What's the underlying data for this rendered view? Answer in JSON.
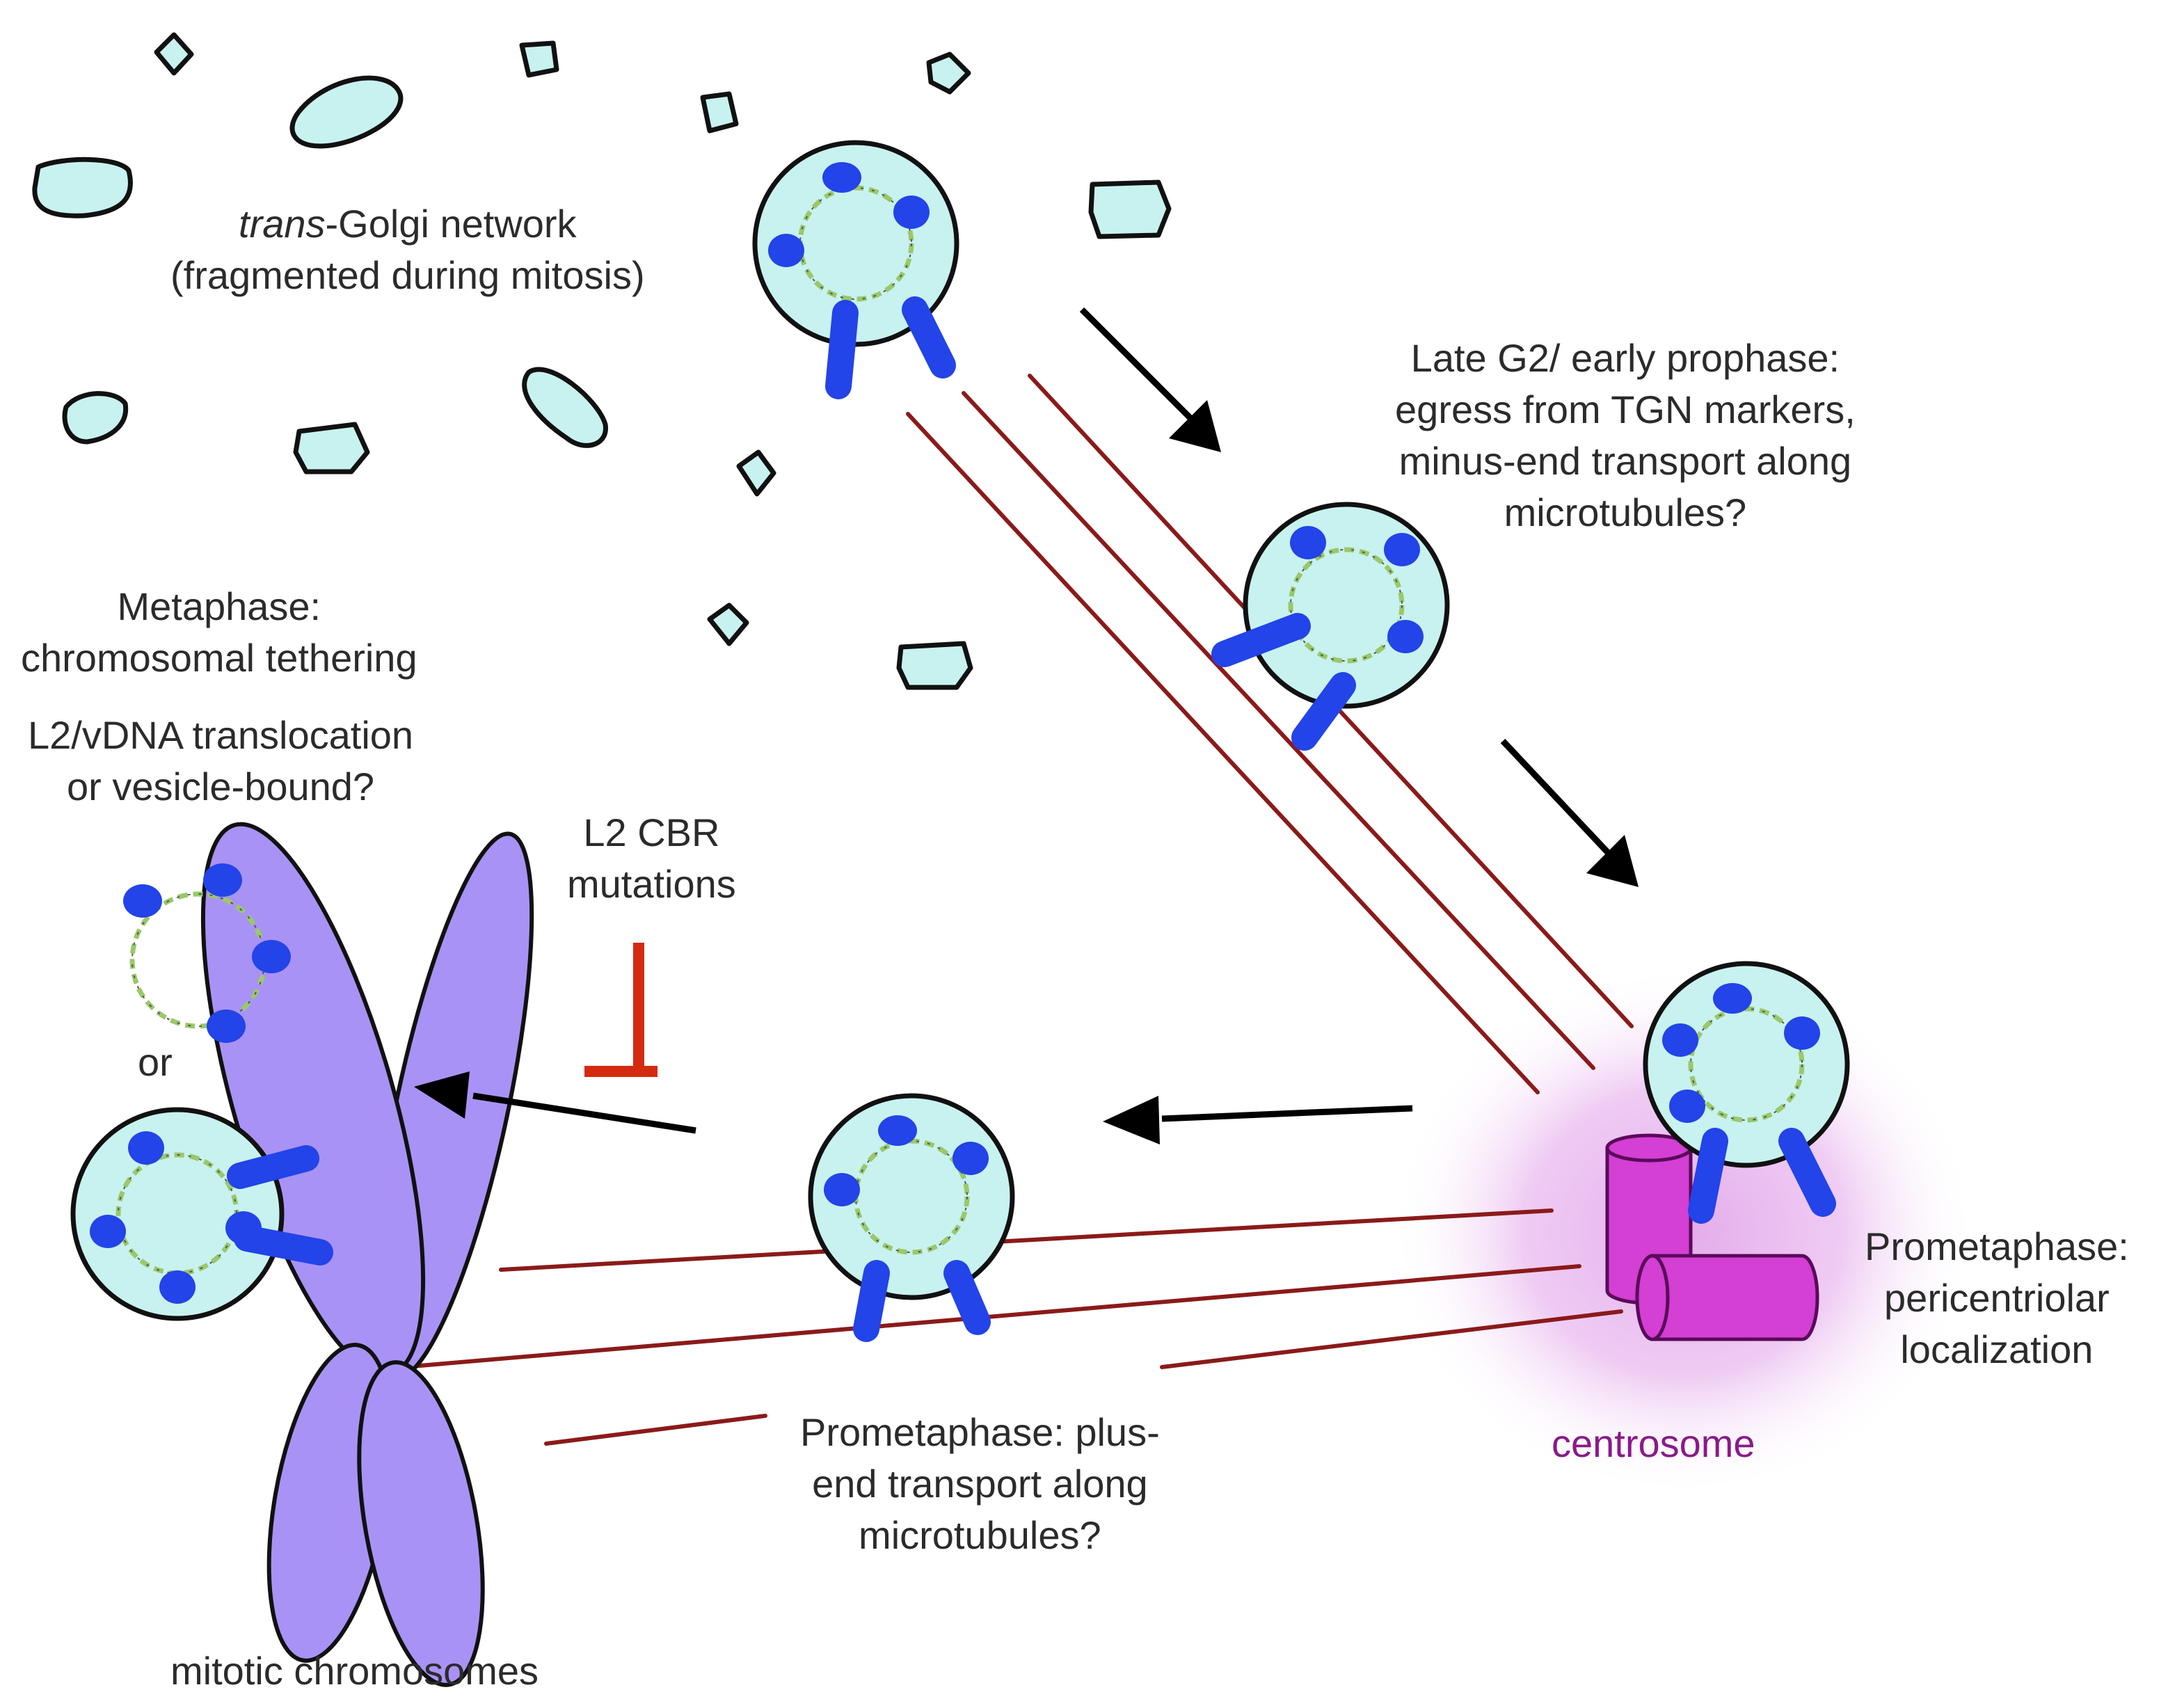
{
  "labels": {
    "tgn": {
      "line1_italic": "trans",
      "line1_rest": "-Golgi network",
      "line2": "(fragmented during mitosis)"
    },
    "late_g2": [
      "Late G2/ early prophase:",
      "egress from TGN markers,",
      "minus-end transport along",
      "microtubules?"
    ],
    "metaphase": [
      "Metaphase:",
      "chromosomal tethering"
    ],
    "translocation": [
      "L2/vDNA translocation",
      "or vesicle-bound?"
    ],
    "l2_cbr": [
      "L2 CBR",
      "mutations"
    ],
    "or": "or",
    "pericentriolar": [
      "Prometaphase:",
      "pericentriolar",
      "localization"
    ],
    "plus_end": [
      "Prometaphase: plus-",
      "end transport along",
      "microtubules?"
    ],
    "centrosome": "centrosome",
    "chromosomes": "mitotic chromosomes"
  },
  "colors": {
    "golgi_fill": "#c8f2ef",
    "vesicle_fill": "#c8f2ef",
    "l2_blue": "#2244e8",
    "dna_green": "#9ac86a",
    "microtubule": "#8b1a1a",
    "arrow": "#000000",
    "inhibition": "#d42a10",
    "chromosome_fill": "#a992f5",
    "centriole_fill": "#d43fd4",
    "centrosome_glow": "#e2a6ea"
  },
  "icons": {
    "inhibition": "t-bar-inhibition-icon",
    "arrow": "black-arrow-icon"
  }
}
